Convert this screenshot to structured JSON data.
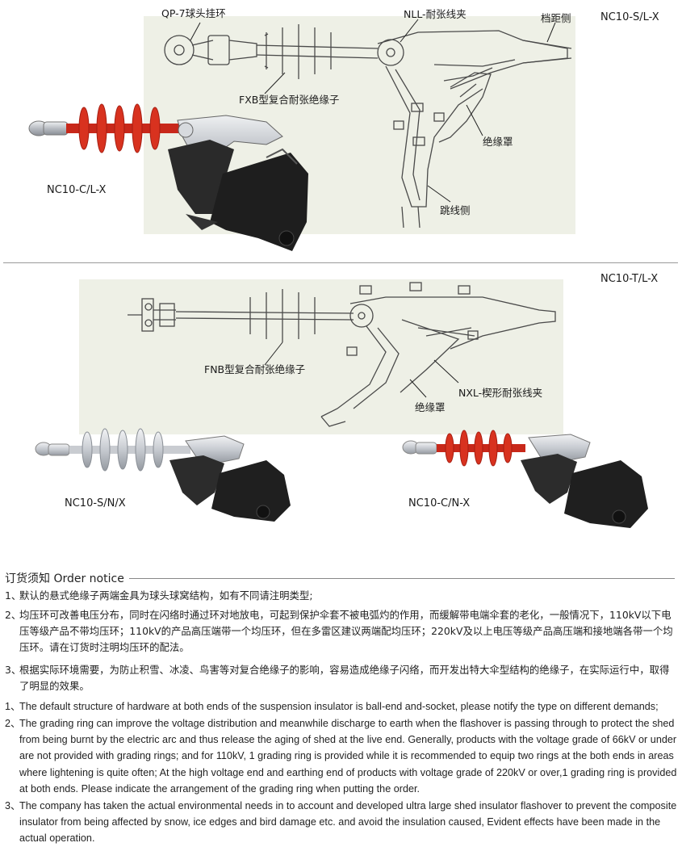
{
  "figure_top": {
    "code_right": "NC10-S/L-X",
    "label_ball": "QP-7球头挂环",
    "label_clamp": "NLL-耐张线夹",
    "label_span": "档距侧",
    "label_insulator": "FXB型复合耐张绝缘子",
    "label_cover": "绝缘罩",
    "label_jumper": "跳线侧",
    "code_left": "NC10-C/L-X"
  },
  "figure_bottom": {
    "code_right": "NC10-T/L-X",
    "label_insulator": "FNB型复合耐张绝缘子",
    "label_clamp": "NXL-楔形耐张线夹",
    "label_cover": "绝缘罩",
    "code_left": "NC10-S/N/X",
    "code_mid": "NC10-C/N-X"
  },
  "notice": {
    "title": "订货须知 Order notice",
    "cn": [
      {
        "num": "1、",
        "text": "默认的悬式绝缘子两端金具为球头球窝结构，如有不同请注明类型;"
      },
      {
        "num": "2、",
        "text": "均压环可改善电压分布，同时在闪络时通过环对地放电，可起到保护伞套不被电弧灼的作用，而缓解带电端伞套的老化，一般情况下，110kV以下电压等级产品不带均压环；110kV的产品高压端带一个均压环，但在多雷区建议两端配均压环；220kV及以上电压等级产品高压端和接地端各带一个均压环。请在订货时注明均压环的配法。"
      },
      {
        "num": "3、",
        "text": "根据实际环境需要，为防止积雪、冰凌、鸟害等对复合绝缘子的影响，容易造成绝缘子闪络，而开发出特大伞型结构的绝缘子，在实际运行中，取得了明显的效果。"
      }
    ],
    "en": [
      {
        "num": "1、",
        "text": "The default structure of hardware at both ends of the suspension insulator is ball-end and-socket, please notify the type on different demands;"
      },
      {
        "num": "2、",
        "text": "The grading ring can improve the voltage distribution and meanwhile discharge to earth when the flashover is passing through to protect the shed from being burnt by the electric arc and thus release the aging of shed at the live end. Generally, products with the voltage grade of 66kV or under are not provided with grading rings; and for 110kV, 1 grading ring is provided while it is recommended to equip two rings at the both ends in areas where lightening is quite often; At the high voltage end and earthing end of products with voltage grade of 220kV or over,1 grading ring is provided at both ends. Please indicate the arrangement of the grading ring when putting the order."
      },
      {
        "num": "3、",
        "text": "The company has taken the actual environmental needs in to account and developed ultra large shed insulator flashover to prevent the composite insulator from being affected by snow, ice edges and bird damage etc. and avoid the insulation caused, Evident effects have been made in the actual operation."
      }
    ]
  },
  "colors": {
    "panel_bg": "#eef0e6",
    "line": "#4a4a4a",
    "rubber_red": "#d8321f",
    "metal": "#c9ccd0",
    "cover_black": "#2a2a2a"
  }
}
